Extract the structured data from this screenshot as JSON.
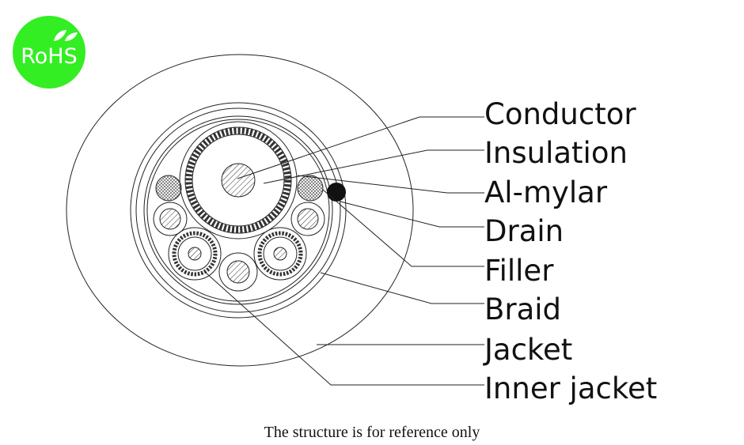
{
  "badge": {
    "text": "RoHS",
    "color": "#33ee22",
    "icon": "leaf-icon"
  },
  "labels": {
    "conductor": "Conductor",
    "insulation": "Insulation",
    "al_mylar": "Al-mylar",
    "drain": "Drain",
    "filler": "Filler",
    "braid": "Braid",
    "jacket": "Jacket",
    "inner_jacket": "Inner jacket"
  },
  "caption": "The structure is for reference only",
  "colors": {
    "line": "#222222",
    "drain": "#111111",
    "badge": "#33ee22"
  }
}
